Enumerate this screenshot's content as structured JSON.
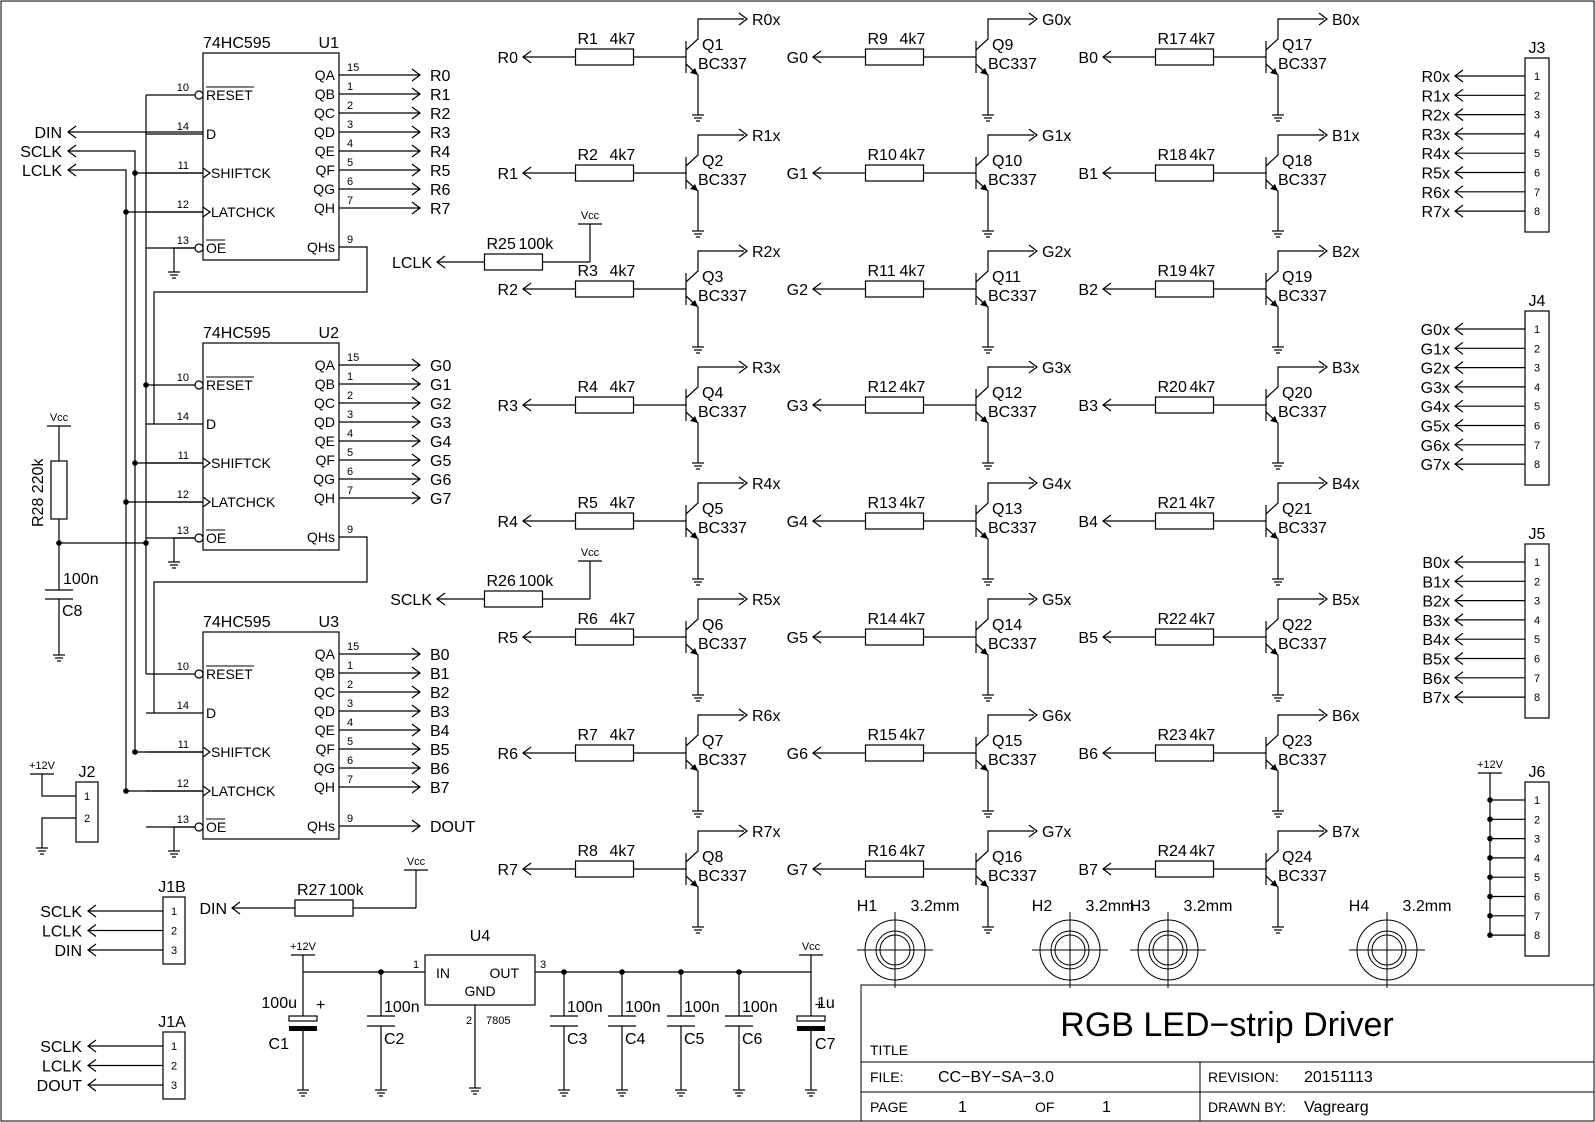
{
  "title_block": {
    "title_label": "TITLE",
    "title": "RGB LED−strip Driver",
    "file_label": "FILE:",
    "file": "CC−BY−SA−3.0",
    "revision_label": "REVISION:",
    "revision": "20151113",
    "page_label": "PAGE",
    "page": "1",
    "of_label": "OF",
    "of": "1",
    "drawn_label": "DRAWN BY:",
    "drawn_by": "Vagrearg"
  },
  "shift_registers": [
    {
      "ref": "U1",
      "part": "74HC595",
      "outputs": [
        "R0",
        "R1",
        "R2",
        "R3",
        "R4",
        "R5",
        "R6",
        "R7"
      ],
      "qhs": ""
    },
    {
      "ref": "U2",
      "part": "74HC595",
      "outputs": [
        "G0",
        "G1",
        "G2",
        "G3",
        "G4",
        "G5",
        "G6",
        "G7"
      ],
      "qhs": ""
    },
    {
      "ref": "U3",
      "part": "74HC595",
      "outputs": [
        "B0",
        "B1",
        "B2",
        "B3",
        "B4",
        "B5",
        "B6",
        "B7"
      ],
      "qhs": "DOUT"
    }
  ],
  "sr_pins": {
    "left": [
      {
        "num": "10",
        "name": "RESET"
      },
      {
        "num": "14",
        "name": "D"
      },
      {
        "num": "11",
        "name": "SHIFTCK"
      },
      {
        "num": "12",
        "name": "LATCHCK"
      },
      {
        "num": "13",
        "name": "OE"
      }
    ],
    "right": [
      {
        "num": "15",
        "name": "QA"
      },
      {
        "num": "1",
        "name": "QB"
      },
      {
        "num": "2",
        "name": "QC"
      },
      {
        "num": "3",
        "name": "QD"
      },
      {
        "num": "4",
        "name": "QE"
      },
      {
        "num": "5",
        "name": "QF"
      },
      {
        "num": "6",
        "name": "QG"
      },
      {
        "num": "7",
        "name": "QH"
      }
    ],
    "qhs": {
      "num": "9",
      "name": "QHs"
    }
  },
  "inputs": [
    "DIN",
    "SCLK",
    "LCLK"
  ],
  "driver_columns": [
    {
      "inputs": [
        "R0",
        "R1",
        "R2",
        "R3",
        "R4",
        "R5",
        "R6",
        "R7"
      ],
      "outputs": [
        "R0x",
        "R1x",
        "R2x",
        "R3x",
        "R4x",
        "R5x",
        "R6x",
        "R7x"
      ],
      "resistors": [
        "R1",
        "R2",
        "R3",
        "R4",
        "R5",
        "R6",
        "R7",
        "R8"
      ],
      "transistors": [
        "Q1",
        "Q2",
        "Q3",
        "Q4",
        "Q5",
        "Q6",
        "Q7",
        "Q8"
      ]
    },
    {
      "inputs": [
        "G0",
        "G1",
        "G2",
        "G3",
        "G4",
        "G5",
        "G6",
        "G7"
      ],
      "outputs": [
        "G0x",
        "G1x",
        "G2x",
        "G3x",
        "G4x",
        "G5x",
        "G6x",
        "G7x"
      ],
      "resistors": [
        "R9",
        "R10",
        "R11",
        "R12",
        "R13",
        "R14",
        "R15",
        "R16"
      ],
      "transistors": [
        "Q9",
        "Q10",
        "Q11",
        "Q12",
        "Q13",
        "Q14",
        "Q15",
        "Q16"
      ]
    },
    {
      "inputs": [
        "B0",
        "B1",
        "B2",
        "B3",
        "B4",
        "B5",
        "B6",
        "B7"
      ],
      "outputs": [
        "B0x",
        "B1x",
        "B2x",
        "B3x",
        "B4x",
        "B5x",
        "B6x",
        "B7x"
      ],
      "resistors": [
        "R17",
        "R18",
        "R19",
        "R20",
        "R21",
        "R22",
        "R23",
        "R24"
      ],
      "transistors": [
        "Q17",
        "Q18",
        "Q19",
        "Q20",
        "Q21",
        "Q22",
        "Q23",
        "Q24"
      ]
    }
  ],
  "driver_resistor_value": "4k7",
  "transistor_part": "BC337",
  "pullups": [
    {
      "ref": "R25",
      "value": "100k",
      "net": "LCLK",
      "supply": "Vcc"
    },
    {
      "ref": "R26",
      "value": "100k",
      "net": "SCLK",
      "supply": "Vcc"
    },
    {
      "ref": "R27",
      "value": "100k",
      "net": "DIN",
      "supply": "Vcc"
    }
  ],
  "reset_network": {
    "r_ref": "R28",
    "r_value": "220k",
    "c_ref": "C8",
    "c_value": "100n",
    "supply": "Vcc"
  },
  "connectors": {
    "J3": {
      "ref": "J3",
      "nets": [
        "R0x",
        "R1x",
        "R2x",
        "R3x",
        "R4x",
        "R5x",
        "R6x",
        "R7x"
      ],
      "pins": [
        "1",
        "2",
        "3",
        "4",
        "5",
        "6",
        "7",
        "8"
      ]
    },
    "J4": {
      "ref": "J4",
      "nets": [
        "G0x",
        "G1x",
        "G2x",
        "G3x",
        "G4x",
        "G5x",
        "G6x",
        "G7x"
      ],
      "pins": [
        "1",
        "2",
        "3",
        "4",
        "5",
        "6",
        "7",
        "8"
      ]
    },
    "J5": {
      "ref": "J5",
      "nets": [
        "B0x",
        "B1x",
        "B2x",
        "B3x",
        "B4x",
        "B5x",
        "B6x",
        "B7x"
      ],
      "pins": [
        "1",
        "2",
        "3",
        "4",
        "5",
        "6",
        "7",
        "8"
      ]
    },
    "J6": {
      "ref": "J6",
      "supply": "+12V",
      "pins": [
        "1",
        "2",
        "3",
        "4",
        "5",
        "6",
        "7",
        "8"
      ]
    },
    "J2": {
      "ref": "J2",
      "supply": "+12V",
      "pins": [
        "1",
        "2"
      ]
    },
    "J1B": {
      "ref": "J1B",
      "nets": [
        "SCLK",
        "LCLK",
        "DIN"
      ],
      "pins": [
        "1",
        "2",
        "3"
      ]
    },
    "J1A": {
      "ref": "J1A",
      "nets": [
        "SCLK",
        "LCLK",
        "DOUT"
      ],
      "pins": [
        "1",
        "2",
        "3"
      ]
    }
  },
  "regulator": {
    "ref": "U4",
    "part": "7805",
    "in_label": "IN",
    "out_label": "OUT",
    "gnd_label": "GND",
    "pin_in": "1",
    "pin_out": "3",
    "pin_gnd": "2",
    "in_supply": "+12V",
    "out_supply": "Vcc"
  },
  "capacitors": [
    {
      "ref": "C1",
      "value": "100u",
      "polarized": true
    },
    {
      "ref": "C2",
      "value": "100n",
      "polarized": false
    },
    {
      "ref": "C3",
      "value": "100n",
      "polarized": false
    },
    {
      "ref": "C4",
      "value": "100n",
      "polarized": false
    },
    {
      "ref": "C5",
      "value": "100n",
      "polarized": false
    },
    {
      "ref": "C6",
      "value": "100n",
      "polarized": false
    },
    {
      "ref": "C7",
      "value": "1u",
      "polarized": true
    }
  ],
  "mounting_holes": [
    {
      "ref": "H1",
      "size": "3.2mm"
    },
    {
      "ref": "H2",
      "size": "3.2mm"
    },
    {
      "ref": "H3",
      "size": "3.2mm"
    },
    {
      "ref": "H4",
      "size": "3.2mm"
    }
  ],
  "supplies": {
    "vcc": "Vcc",
    "v12": "+12V",
    "plus": "+"
  }
}
